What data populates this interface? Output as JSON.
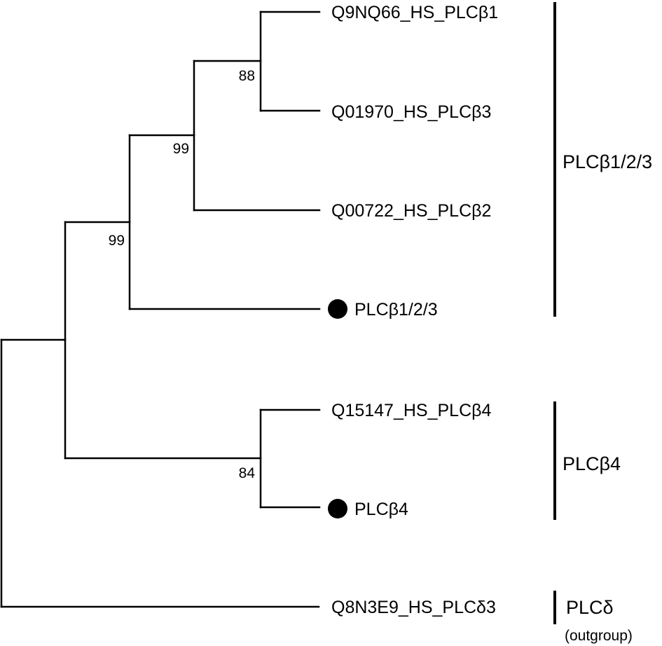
{
  "leaves": [
    {
      "id": "l1",
      "label": "Q9NQ66_HS_PLCβ1",
      "marker": false
    },
    {
      "id": "l2",
      "label": "Q01970_HS_PLCβ3",
      "marker": false
    },
    {
      "id": "l3",
      "label": "Q00722_HS_PLCβ2",
      "marker": false
    },
    {
      "id": "l4",
      "label": "PLCβ1/2/3",
      "marker": true
    },
    {
      "id": "l5",
      "label": "Q15147_HS_PLCβ4",
      "marker": false
    },
    {
      "id": "l6",
      "label": "PLCβ4",
      "marker": true
    },
    {
      "id": "l7",
      "label": "Q8N3E9_HS_PLCδ3",
      "marker": false
    }
  ],
  "bootstrap": [
    {
      "node": "n88",
      "value": "88"
    },
    {
      "node": "n99a",
      "value": "99"
    },
    {
      "node": "n99b",
      "value": "99"
    },
    {
      "node": "n84",
      "value": "84"
    }
  ],
  "clades": [
    {
      "id": "c1",
      "label": "PLCβ1/2/3",
      "note": ""
    },
    {
      "id": "c2",
      "label": "PLCβ4",
      "note": ""
    },
    {
      "id": "c3",
      "label": "PLCδ",
      "note": "(outgroup)"
    }
  ]
}
